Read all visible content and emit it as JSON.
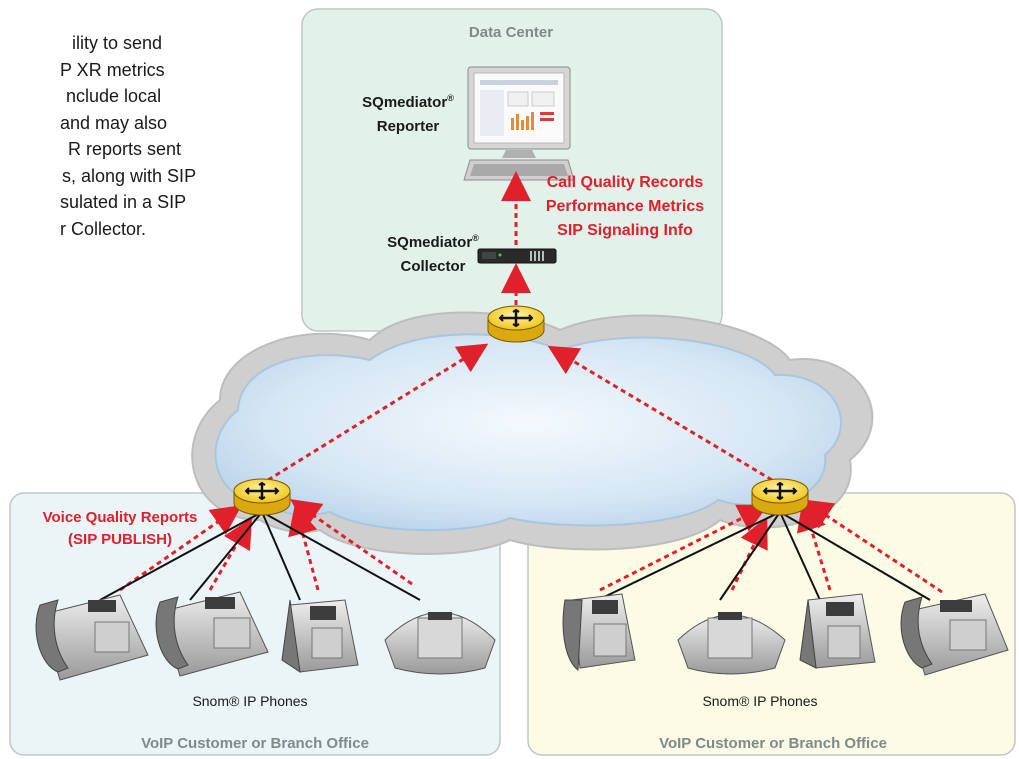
{
  "intro_text": [
    "ility to send",
    "P XR metrics",
    "nclude local",
    " and may also",
    "R reports sent",
    "s, along with SIP",
    "sulated in a SIP",
    "r Collector."
  ],
  "data_center": {
    "title": "Data Center",
    "reporter": {
      "name": "SQmediator",
      "mark": "®",
      "role": "Reporter"
    },
    "collector": {
      "name": "SQmediator",
      "mark": "®",
      "role": "Collector"
    },
    "flow_labels": [
      "Call Quality Records",
      "Performance Metrics",
      "SIP Signaling Info"
    ]
  },
  "left_office": {
    "report_label": [
      "Voice Quality Reports",
      "(SIP PUBLISH)"
    ],
    "phones_label": "Snom® IP Phones",
    "office_label": "VoIP Customer or Branch Office"
  },
  "right_office": {
    "phones_label": "Snom® IP Phones",
    "office_label": "VoIP Customer or Branch Office"
  },
  "colors": {
    "data_center_fill": "#e2f1ea",
    "left_office_fill": "#ebf4f6",
    "right_office_fill": "#fbfbe6",
    "flow_arrow": "#e0202a",
    "router": "#f2c81a"
  }
}
